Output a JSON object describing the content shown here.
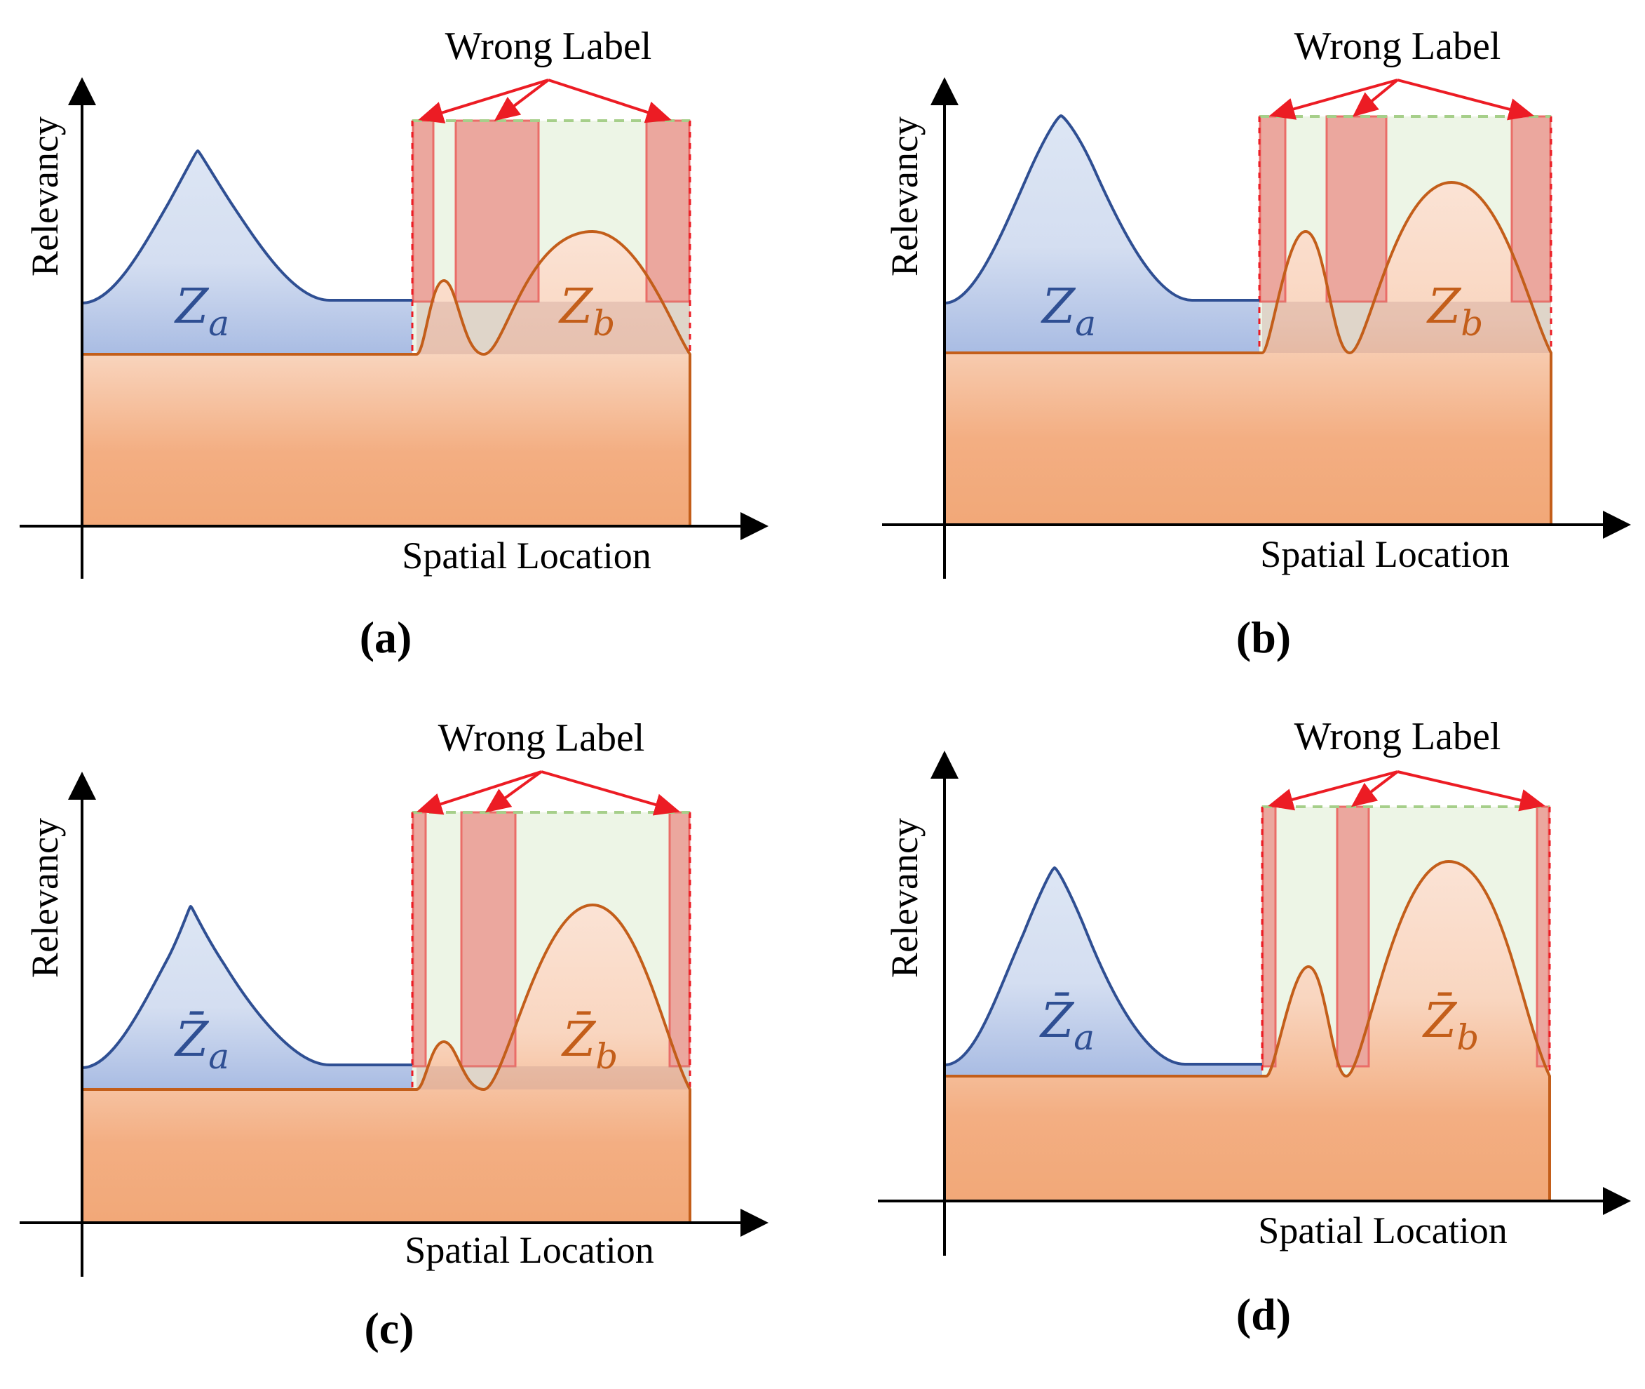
{
  "colors": {
    "blue_curve": "#2f4f93",
    "blue_fill_top": "#dde6f4",
    "blue_fill_bottom": "#a9bce3",
    "orange_curve": "#c35e1a",
    "orange_fill_top": "#fbe3d5",
    "orange_fill_bottom": "#f2a878",
    "wrong_bar_fill": "#eba79e",
    "wrong_bar_stroke": "#ea6d68",
    "green_region": "#edf5e6",
    "green_dash": "#a6cf8a",
    "arrow_red": "#ec1c24"
  },
  "panels": [
    {
      "caption": "(a)",
      "y_axis_label": "Relevancy",
      "x_axis_label": "Spatial Location",
      "wrong_label": "Wrong Label",
      "blue_label": {
        "main": "Z",
        "sub": "a",
        "bar": false
      },
      "orange_label": {
        "main": "Z",
        "sub": "b",
        "bar": false
      }
    },
    {
      "caption": "(b)",
      "y_axis_label": "Relevancy",
      "x_axis_label": "Spatial Location",
      "wrong_label": "Wrong Label",
      "blue_label": {
        "main": "Z",
        "sub": "a",
        "bar": false
      },
      "orange_label": {
        "main": "Z",
        "sub": "b",
        "bar": false
      }
    },
    {
      "caption": "(c)",
      "y_axis_label": "Relevancy",
      "x_axis_label": "Spatial Location",
      "wrong_label": "Wrong Label",
      "blue_label": {
        "main": "Z̄",
        "sub": "a",
        "bar": true
      },
      "orange_label": {
        "main": "Z̄",
        "sub": "b",
        "bar": true
      }
    },
    {
      "caption": "(d)",
      "y_axis_label": "Relevancy",
      "x_axis_label": "Spatial Location",
      "wrong_label": "Wrong Label",
      "blue_label": {
        "main": "Z̄",
        "sub": "a",
        "bar": true
      },
      "orange_label": {
        "main": "Z̄",
        "sub": "b",
        "bar": true
      }
    }
  ]
}
